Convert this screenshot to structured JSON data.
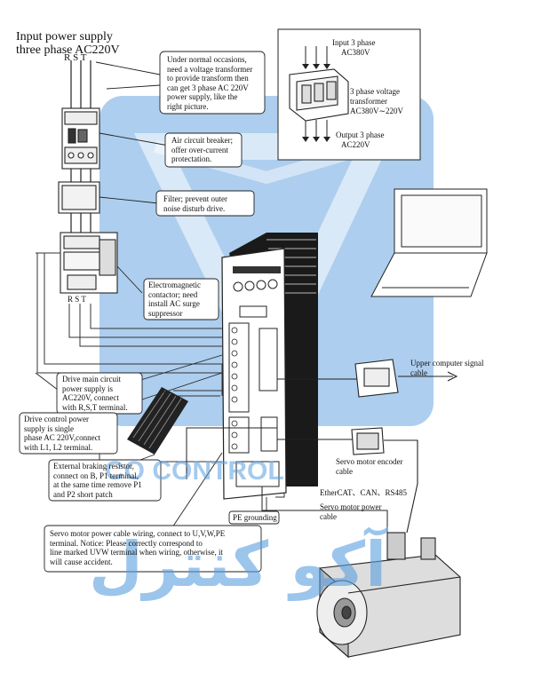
{
  "power_input": {
    "title_line1": "Input power supply",
    "title_line2": "three phase AC220V",
    "phases_top": "R S T",
    "phases_bottom": "R S T"
  },
  "transformer_box": {
    "input_line1": "Input 3 phase",
    "input_line2": "AC380V",
    "desc_line1": "3 phase voltage",
    "desc_line2": "transformer",
    "desc_line3": "AC380V∼220V",
    "output_line1": "Output 3 phase",
    "output_line2": "AC220V"
  },
  "callouts": {
    "transformer_note": [
      "Under normal occasions,",
      "need a voltage transformer",
      "to provide transform then",
      "can get 3 phase AC 220V",
      "power supply, like the",
      "right picture."
    ],
    "breaker": [
      "Air circuit breaker;",
      "offer over-current",
      "protectation."
    ],
    "filter": [
      "Filter; prevent outer",
      "noise disturb drive."
    ],
    "contactor": [
      "Electromagnetic",
      "contactor; need",
      "install AC surge",
      "suppressor"
    ],
    "main_circuit": [
      "Drive main circuit",
      "power supply is",
      "AC220V, connect",
      "with R,S,T terminal."
    ],
    "control_power": [
      "Drive control power",
      "supply is single",
      "phase AC 220V,connect",
      "with L1, L2 terminal."
    ],
    "braking_resistor": [
      "External braking resistor,",
      "connect on B, P1 terminal,",
      "at the same time remove P1",
      "and P2 short patch"
    ],
    "upper_computer": [
      "Upper computer signal",
      "cable"
    ],
    "encoder_cable": [
      "Servo motor encoder",
      "cable"
    ],
    "bus": "EtherCAT、CAN、RS485",
    "motor_power_cable": [
      "Servo motor power",
      "cable"
    ],
    "grounding": "PE grounding",
    "motor_wiring": [
      "Servo motor power cable wiring, connect to U,V,W,PE",
      "terminal. Notice: Please correctly correspond to",
      "line marked UVW terminal when wiring, otherwise, it",
      "will cause accident."
    ]
  },
  "watermark": {
    "latin": "CO  CONTROL",
    "arabic": "آكو كنترل"
  }
}
